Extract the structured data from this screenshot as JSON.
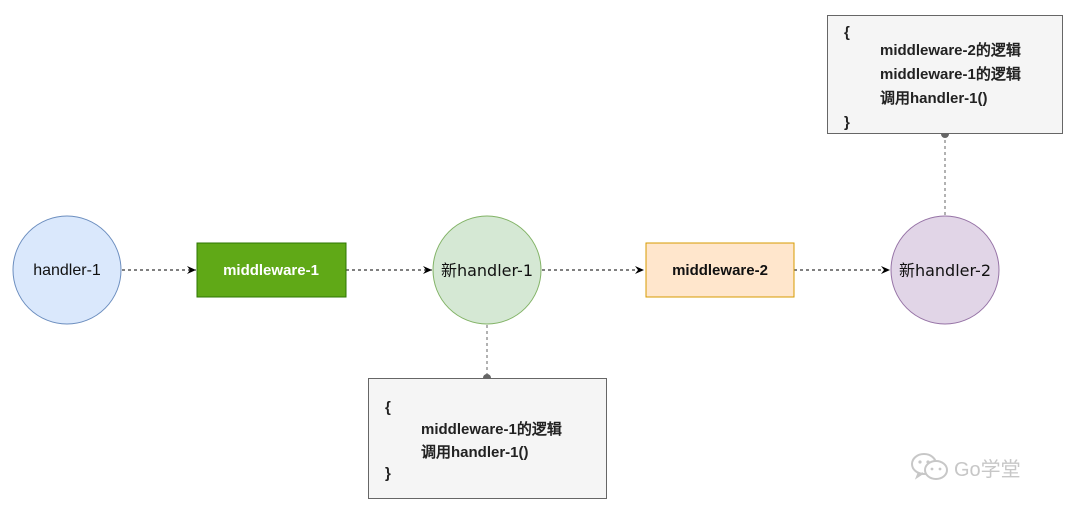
{
  "nodes": {
    "handler1": "handler-1",
    "middleware1": "middleware-1",
    "new_handler1": "新handler-1",
    "middleware2": "middleware-2",
    "new_handler2": "新handler-2"
  },
  "notes": {
    "top": {
      "open": "{",
      "lines": [
        "middleware-2的逻辑",
        "middleware-1的逻辑",
        "调用handler-1()"
      ],
      "close": "}"
    },
    "bottom": {
      "open": "{",
      "lines": [
        "middleware-1的逻辑",
        "调用handler-1()"
      ],
      "close": "}"
    }
  },
  "watermark": "Go学堂",
  "colors": {
    "handler1_fill": "#dae8fc",
    "handler1_stroke": "#6c8ebf",
    "middleware1_fill": "#60a917",
    "middleware1_stroke": "#2d7600",
    "new_handler1_fill": "#d5e8d4",
    "new_handler1_stroke": "#82b366",
    "middleware2_fill": "#ffe6cc",
    "middleware2_stroke": "#d79b00",
    "new_handler2_fill": "#e1d5e7",
    "new_handler2_stroke": "#9673a6",
    "note_fill": "#f5f5f5",
    "note_stroke": "#666666"
  }
}
